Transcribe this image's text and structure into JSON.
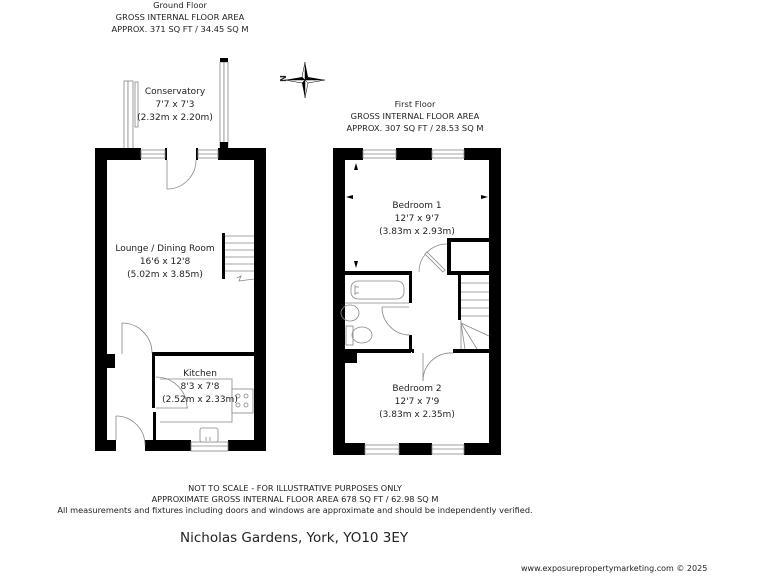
{
  "ground_floor": {
    "title": "Ground Floor",
    "area_label": "GROSS INTERNAL FLOOR AREA",
    "area_value": "APPROX. 371 SQ FT / 34.45 SQ M",
    "rooms": [
      {
        "name": "Conservatory",
        "imperial": "7'7 x 7'3",
        "metric": "(2.32m x 2.20m)"
      },
      {
        "name": "Lounge / Dining Room",
        "imperial": "16'6 x 12'8",
        "metric": "(5.02m x 3.85m)"
      },
      {
        "name": "Kitchen",
        "imperial": "8'3 x 7'8",
        "metric": "(2.52m x 2.33m)"
      }
    ]
  },
  "first_floor": {
    "title": "First Floor",
    "area_label": "GROSS INTERNAL FLOOR AREA",
    "area_value": "APPROX. 307 SQ FT / 28.53 SQ M",
    "rooms": [
      {
        "name": "Bedroom 1",
        "imperial": "12'7 x 9'7",
        "metric": "(3.83m x 2.93m)"
      },
      {
        "name": "Bedroom 2",
        "imperial": "12'7 x 7'9",
        "metric": "(3.83m x 2.35m)"
      }
    ]
  },
  "compass": {
    "label": "N",
    "icon": "compass-rose-icon"
  },
  "footer": {
    "disclaimer": "NOT TO SCALE - FOR ILLUSTRATIVE PURPOSES ONLY",
    "total_area": "APPROXIMATE GROSS INTERNAL FLOOR AREA 678 SQ FT / 62.98 SQ M",
    "note": "All measurements and fixtures including doors and windows are approximate and should be independently verified.",
    "address": "Nicholas Gardens, York, YO10 3EY",
    "credit": "www.exposurepropertymarketing.com © 2025"
  },
  "colors": {
    "wall": "#000000",
    "line": "#888888",
    "background": "#ffffff"
  }
}
